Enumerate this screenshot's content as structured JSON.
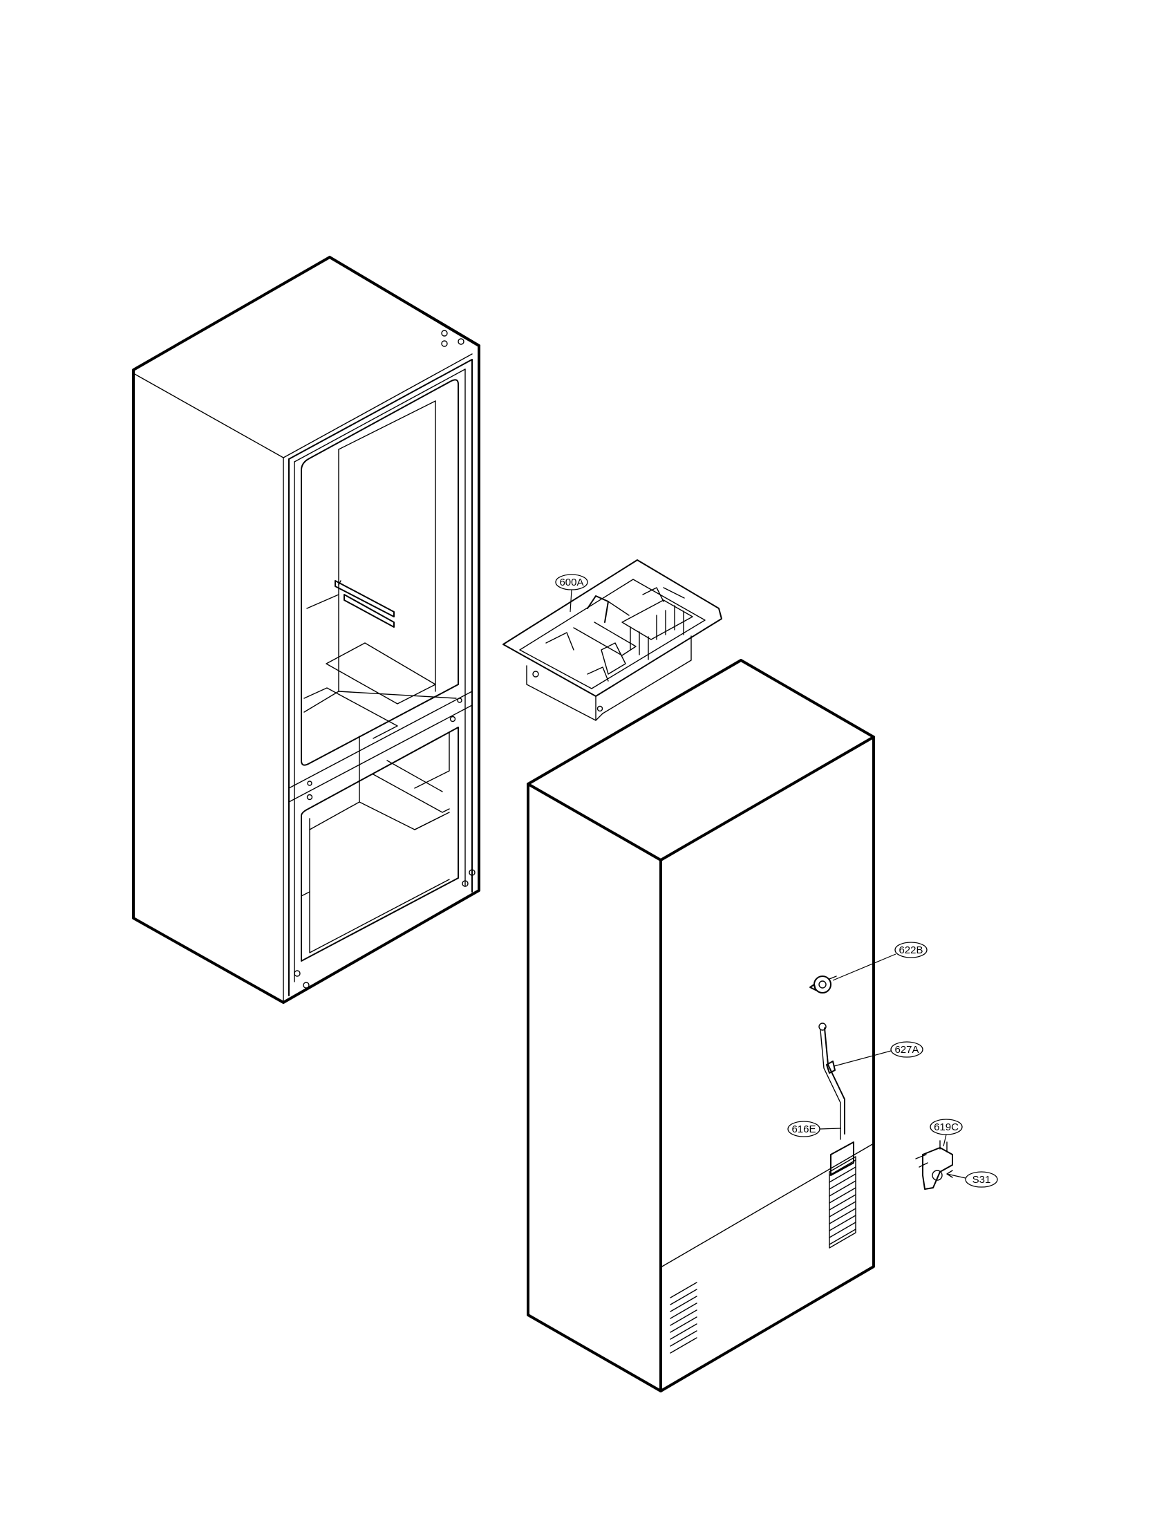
{
  "callouts": {
    "c600A": "600A",
    "c622B": "622B",
    "c627A": "627A",
    "c616E": "616E",
    "c619C": "619C",
    "cS31": "S31"
  },
  "colors": {
    "line": "#000000",
    "background": "#ffffff"
  }
}
